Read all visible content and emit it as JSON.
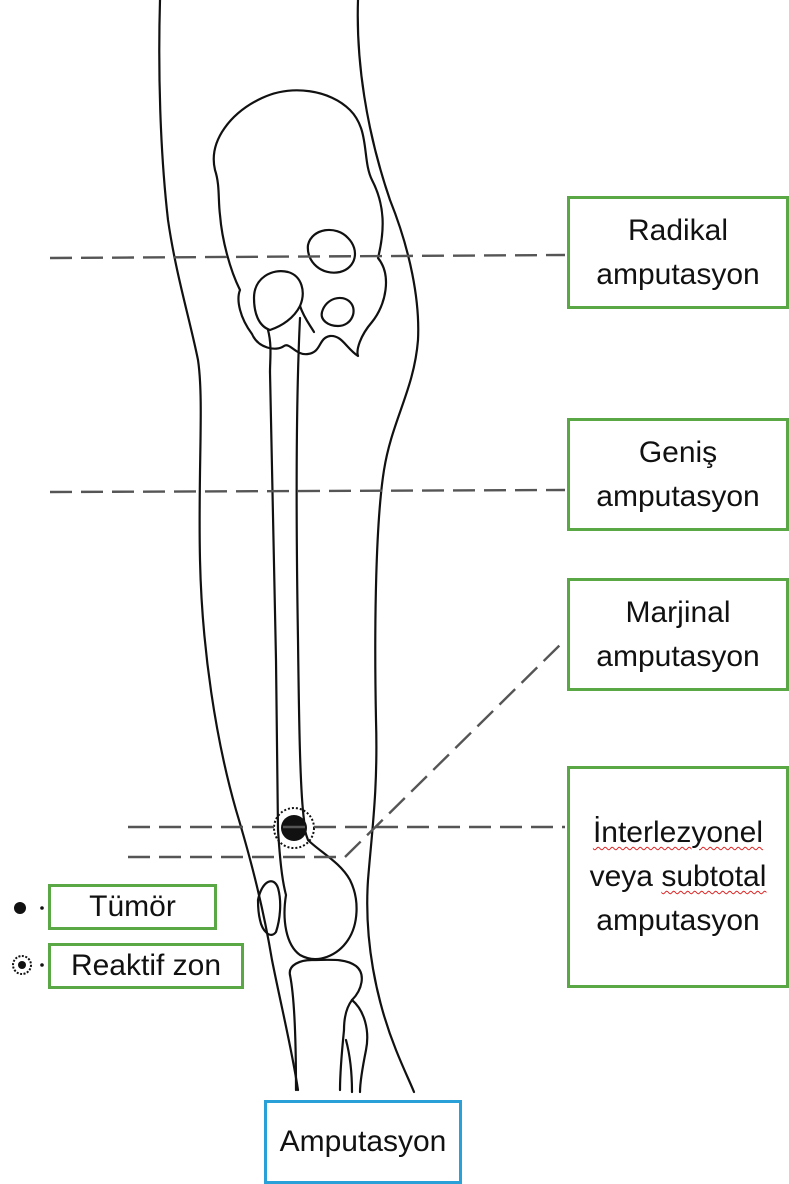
{
  "labels": {
    "radikal": {
      "line1": "Radikal",
      "line2": "amputasyon"
    },
    "genis": {
      "line1": "Geniş",
      "line2": "amputasyon"
    },
    "marjinal": {
      "line1": "Marjinal",
      "line2": "amputasyon"
    },
    "interlezyonel": {
      "line1_word": "İnterlezyonel",
      "line2_a": "veya",
      "line2_b": "subtotal",
      "line3": "amputasyon"
    }
  },
  "legend": {
    "tumor": "Tümör",
    "reactive_zone": "Reaktif zon"
  },
  "title": "Amputasyon",
  "colors": {
    "label_border": "#5aa845",
    "title_border": "#2aa0d8",
    "line": "#555555",
    "spellcheck": "#dd2222"
  }
}
